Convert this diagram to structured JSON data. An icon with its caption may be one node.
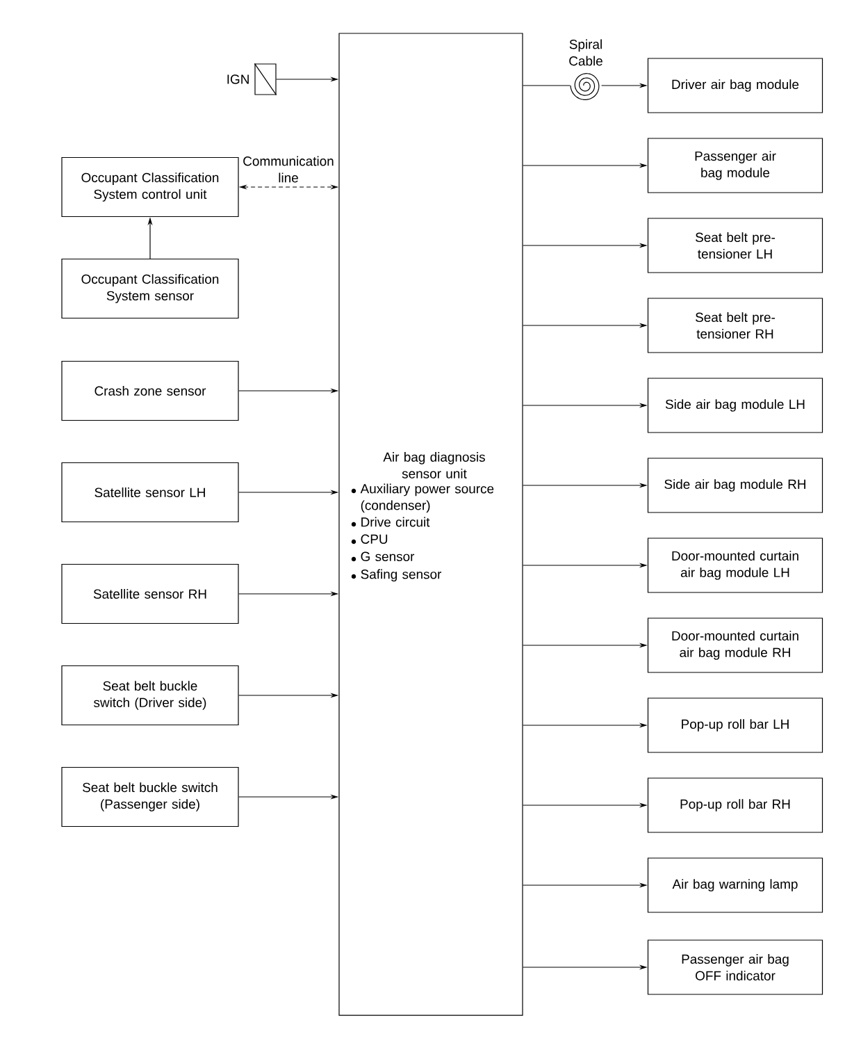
{
  "diagram": {
    "nodes": [
      {
        "text": [
          "Air bag diagnosis sensor unit",
          "Auxiliary power source (condenser)",
          "Drive circuit",
          "CPU",
          "G sensor",
          "Safing sensor"
        ]
      },
      {
        "text": [],
        "shape": "box",
        "beside": [
          "IGN"
        ]
      },
      {
        "text": [
          "Occupant Classification System control unit"
        ]
      },
      {
        "text": [
          "Occupant Classification System sensor"
        ]
      },
      {
        "text": [
          "Crash zone sensor"
        ]
      },
      {
        "text": [
          "Satellite sensor LH"
        ]
      },
      {
        "text": [
          "Satellite sensor RH"
        ]
      },
      {
        "text": [
          "Seat belt buckle switch (Driver side)"
        ]
      },
      {
        "text": [
          "Seat belt buckle switch (Passenger side)"
        ]
      },
      {
        "text": [],
        "shape": "spiral",
        "beside": [
          "Spiral Cable"
        ]
      },
      {
        "text": [
          "Driver air bag module"
        ]
      },
      {
        "text": [
          "Passenger air bag module"
        ]
      },
      {
        "text": [
          "Seat belt pre-tensioner LH"
        ]
      },
      {
        "text": [
          "Seat belt pre-tensioner RH"
        ]
      },
      {
        "text": [
          "Side air bag module LH"
        ]
      },
      {
        "text": [
          "Side air bag module RH"
        ]
      },
      {
        "text": [
          "Door-mounted curtain air bag module LH"
        ]
      },
      {
        "text": [
          "Door-mounted curtain air bag module RH"
        ]
      },
      {
        "text": [
          "Pop-up roll bar LH"
        ]
      },
      {
        "text": [
          "Pop-up roll bar RH"
        ]
      },
      {
        "text": [
          "Air bag warning lamp"
        ]
      },
      {
        "text": [
          "Passenger air bag OFF indicator"
        ]
      }
    ],
    "edges": [
      {
        "from": 1,
        "to": 0,
        "arrow": "to"
      },
      {
        "from": 2,
        "to": 0,
        "arrow": "both",
        "style": "dashed",
        "label": "Communication line"
      },
      {
        "from": 3,
        "to": 2,
        "arrow": "to"
      },
      {
        "from": 4,
        "to": 0,
        "arrow": "to"
      },
      {
        "from": 5,
        "to": 0,
        "arrow": "to"
      },
      {
        "from": 6,
        "to": 0,
        "arrow": "to"
      },
      {
        "from": 7,
        "to": 0,
        "arrow": "to"
      },
      {
        "from": 8,
        "to": 0,
        "arrow": "to"
      },
      {
        "from": 0,
        "to": 9,
        "arrow": "none"
      },
      {
        "from": 9,
        "to": 10,
        "arrow": "to"
      },
      {
        "from": 0,
        "to": 11,
        "arrow": "to"
      },
      {
        "from": 0,
        "to": 12,
        "arrow": "to"
      },
      {
        "from": 0,
        "to": 13,
        "arrow": "to"
      },
      {
        "from": 0,
        "to": 14,
        "arrow": "to"
      },
      {
        "from": 0,
        "to": 15,
        "arrow": "to"
      },
      {
        "from": 0,
        "to": 16,
        "arrow": "to"
      },
      {
        "from": 0,
        "to": 17,
        "arrow": "to"
      },
      {
        "from": 0,
        "to": 18,
        "arrow": "to"
      },
      {
        "from": 0,
        "to": 19,
        "arrow": "to"
      },
      {
        "from": 0,
        "to": 20,
        "arrow": "to"
      },
      {
        "from": 0,
        "to": 21,
        "arrow": "to"
      }
    ]
  }
}
